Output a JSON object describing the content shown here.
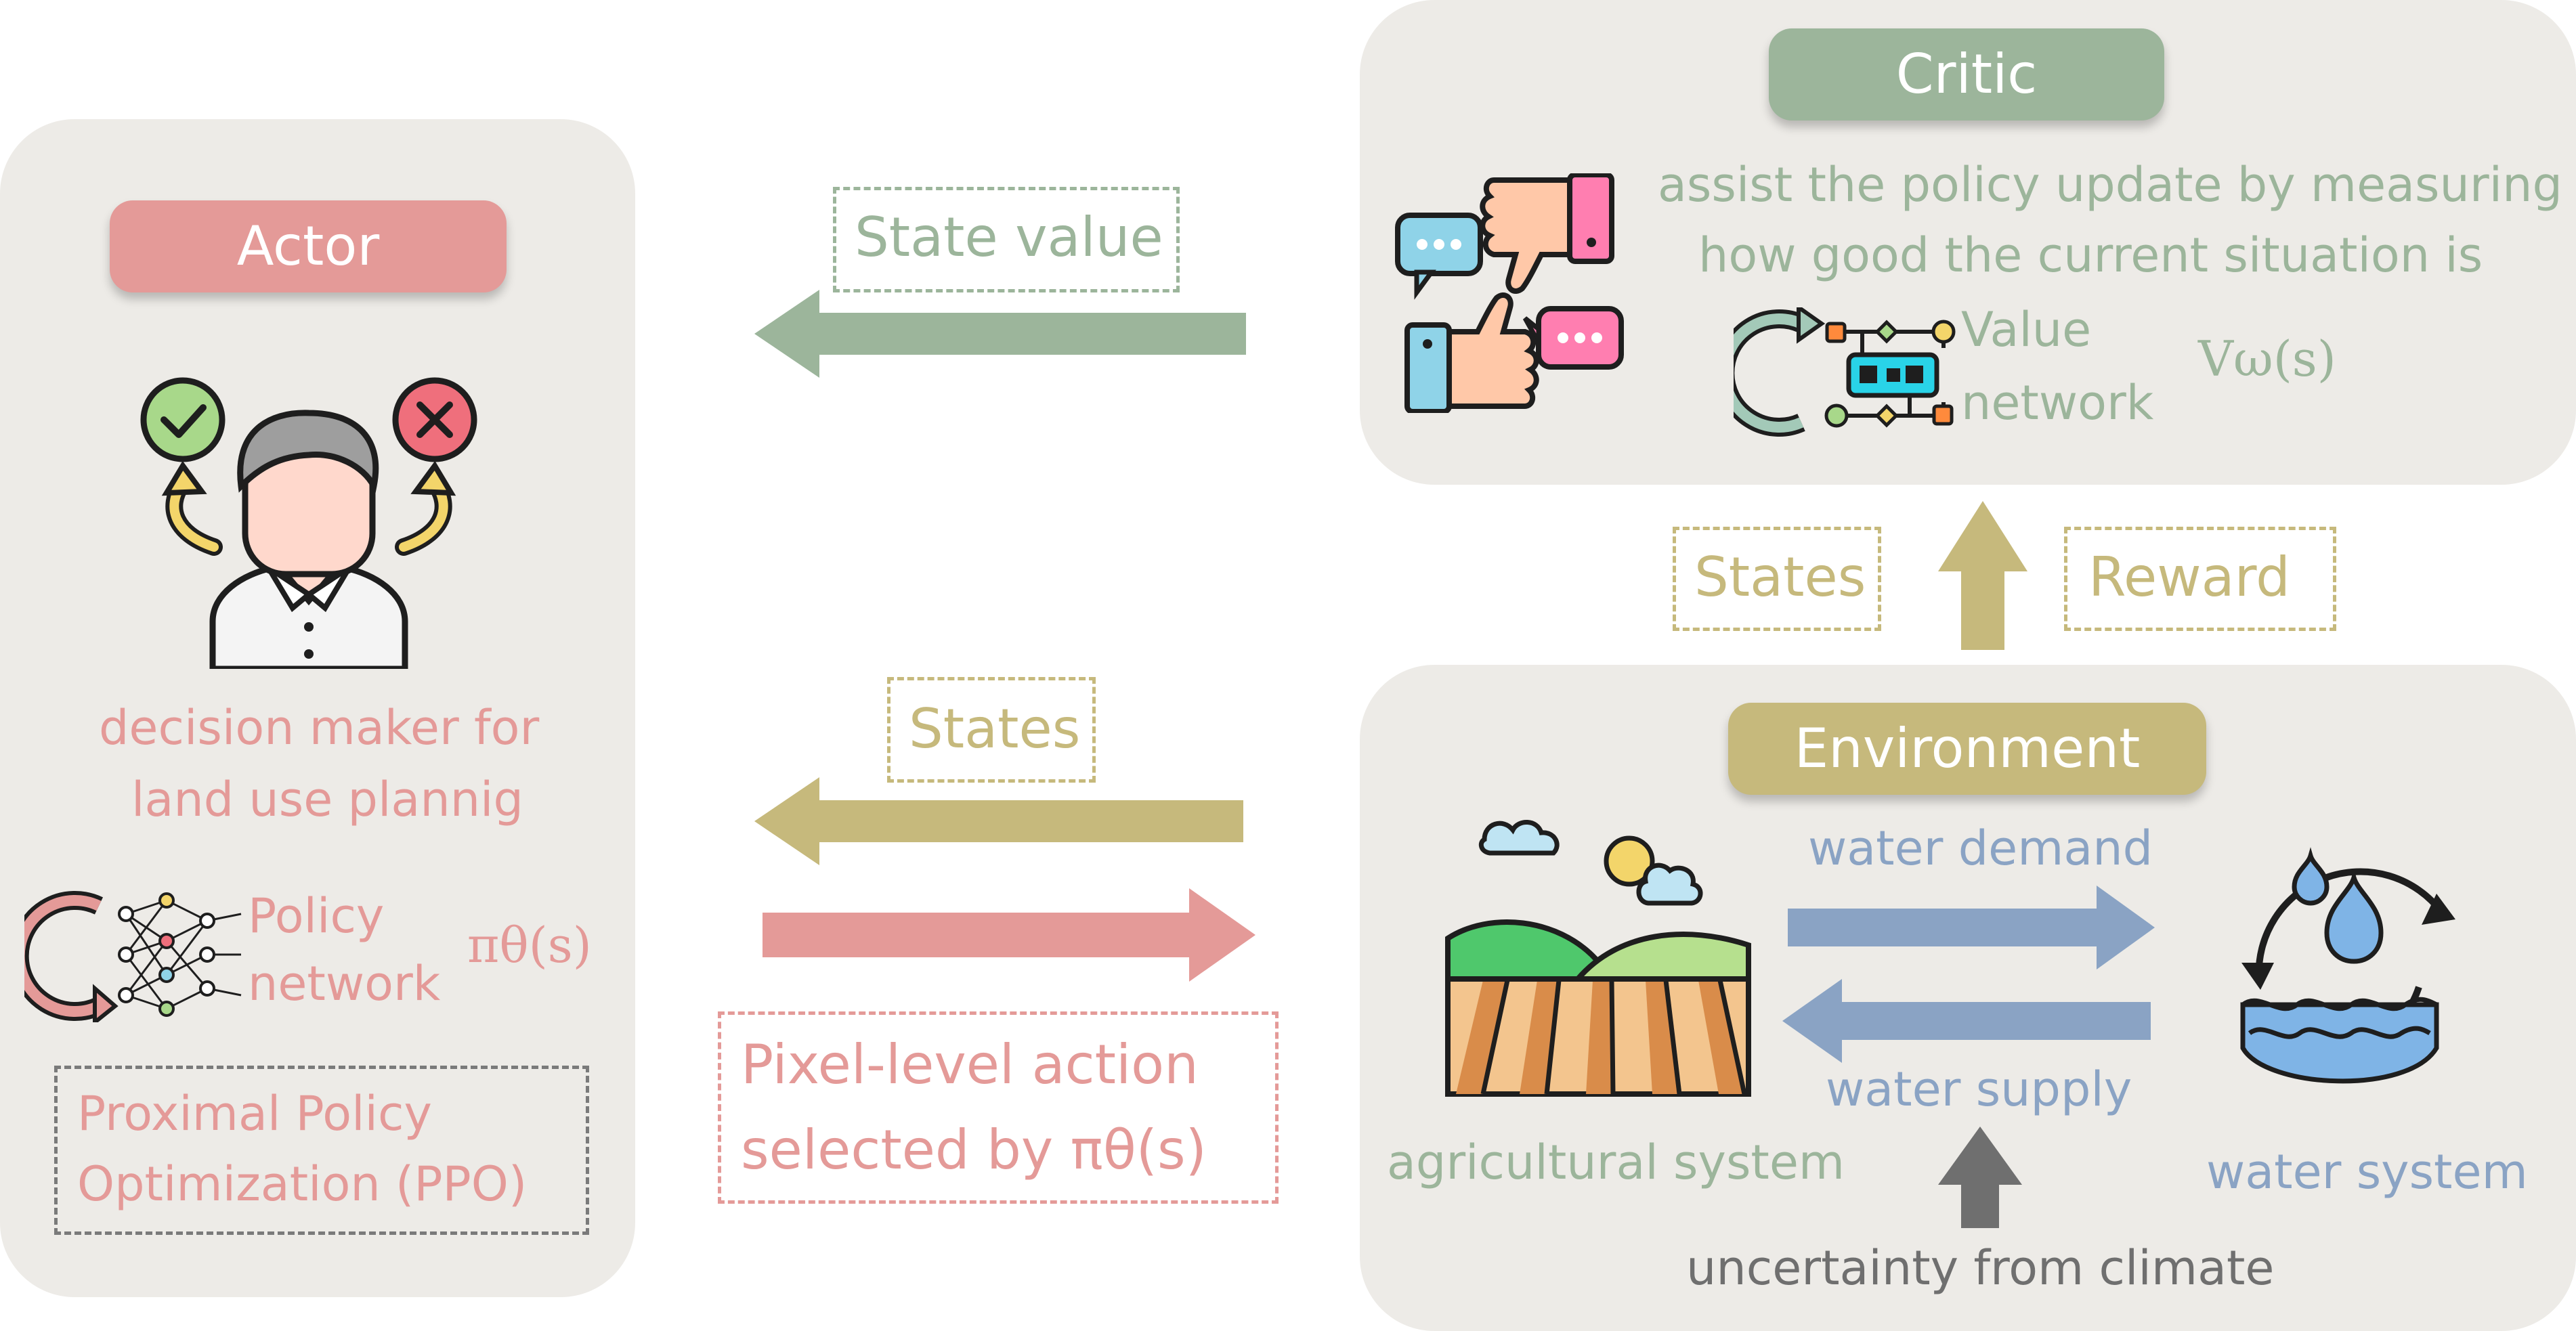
{
  "actor": {
    "title": "Actor",
    "description_line1": "decision maker for",
    "description_line2": "land use plannig",
    "policy_label_line1": "Policy",
    "policy_label_line2": "network",
    "policy_symbol": "πθ(s)",
    "algorithm_line1": "Proximal Policy",
    "algorithm_line2": "Optimization (PPO)"
  },
  "critic": {
    "title": "Critic",
    "description_line1": "assist the policy update by measuring",
    "description_line2": "how good the current situation is",
    "value_label_line1": "Value",
    "value_label_line2": "network",
    "value_symbol": "Vω(s)"
  },
  "environment": {
    "title": "Environment",
    "water_demand": "water demand",
    "water_supply": "water supply",
    "agricultural_system": "agricultural system",
    "water_system": "water system",
    "uncertainty": "uncertainty from climate"
  },
  "flows": {
    "state_value": "State value",
    "states_to_actor": "States",
    "action_line1": "Pixel-level action",
    "action_line2": "selected by πθ(s)",
    "states_to_critic": "States",
    "reward": "Reward"
  },
  "colors": {
    "actor": "#e49a98",
    "critic": "#9cb59b",
    "environment": "#c6b97c",
    "water": "#8aa3c4",
    "climate": "#6f6f6f",
    "panel": "#edebe7"
  }
}
